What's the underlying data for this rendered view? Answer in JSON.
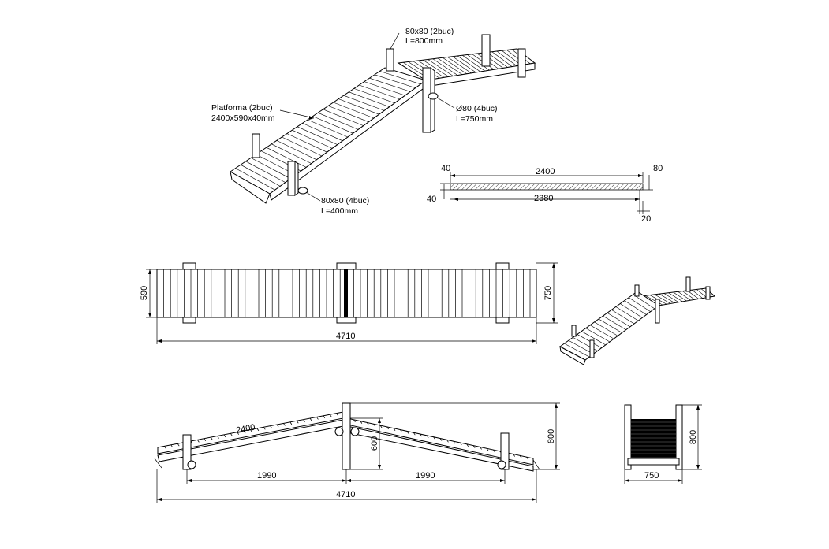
{
  "labels": {
    "post_top_size": "80x80 (2buc)",
    "post_top_len": "L=800mm",
    "platform_name": "Platforma (2buc)",
    "platform_size": "2400x590x40mm",
    "round_size": "Ø80 (4buc)",
    "round_len": "L=750mm",
    "post_side_size": "80x80 (4buc)",
    "post_side_len": "L=400mm"
  },
  "section_dims": {
    "left_top": "40",
    "top_length": "2400",
    "right_top": "80",
    "left_bottom": "40",
    "bottom_length": "2380",
    "right_bottom": "20"
  },
  "plan_dims": {
    "width_inner": "590",
    "width_outer": "750",
    "total_length": "4710"
  },
  "elevation_dims": {
    "slope_length": "2400",
    "mid_height": "600",
    "total_height": "800",
    "left_span": "1990",
    "right_span": "1990",
    "total_length": "4710"
  },
  "end_view_dims": {
    "height": "800",
    "width": "750"
  }
}
